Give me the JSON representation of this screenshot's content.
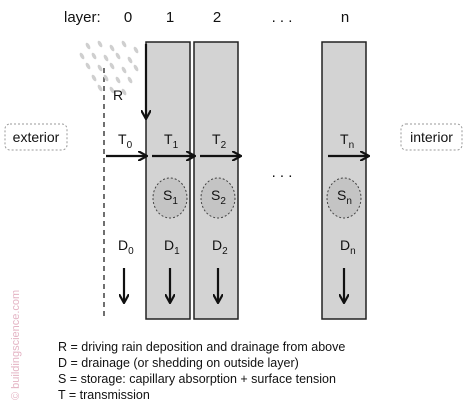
{
  "header": {
    "layer_label": "layer:",
    "layer_numbers": [
      "0",
      "1",
      "2",
      ". . .",
      "n"
    ]
  },
  "sides": {
    "exterior": "exterior",
    "interior": "interior"
  },
  "rain_label": "R",
  "transmission": [
    {
      "base": "T",
      "sub": "0"
    },
    {
      "base": "T",
      "sub": "1"
    },
    {
      "base": "T",
      "sub": "2"
    },
    {
      "base": "T",
      "sub": "n"
    }
  ],
  "storage": [
    {
      "base": "S",
      "sub": "1"
    },
    {
      "base": "S",
      "sub": "2"
    },
    {
      "base": "S",
      "sub": "n"
    }
  ],
  "drainage": [
    {
      "base": "D",
      "sub": "0"
    },
    {
      "base": "D",
      "sub": "1"
    },
    {
      "base": "D",
      "sub": "2"
    },
    {
      "base": "D",
      "sub": "n"
    }
  ],
  "ellipsis_mid": ". . .",
  "legend": [
    "R = driving rain deposition and drainage from above",
    "D = drainage (or shedding on outside layer)",
    "S = storage: capillary absorption + surface tension",
    "T = transmission"
  ],
  "watermark": "© buildingscience.com",
  "colors": {
    "layer_fill": "#d3d3d3",
    "storage_fill": "#c4c4c4",
    "watermark": "#e4b4c4",
    "rain": "#cfcfcf"
  }
}
